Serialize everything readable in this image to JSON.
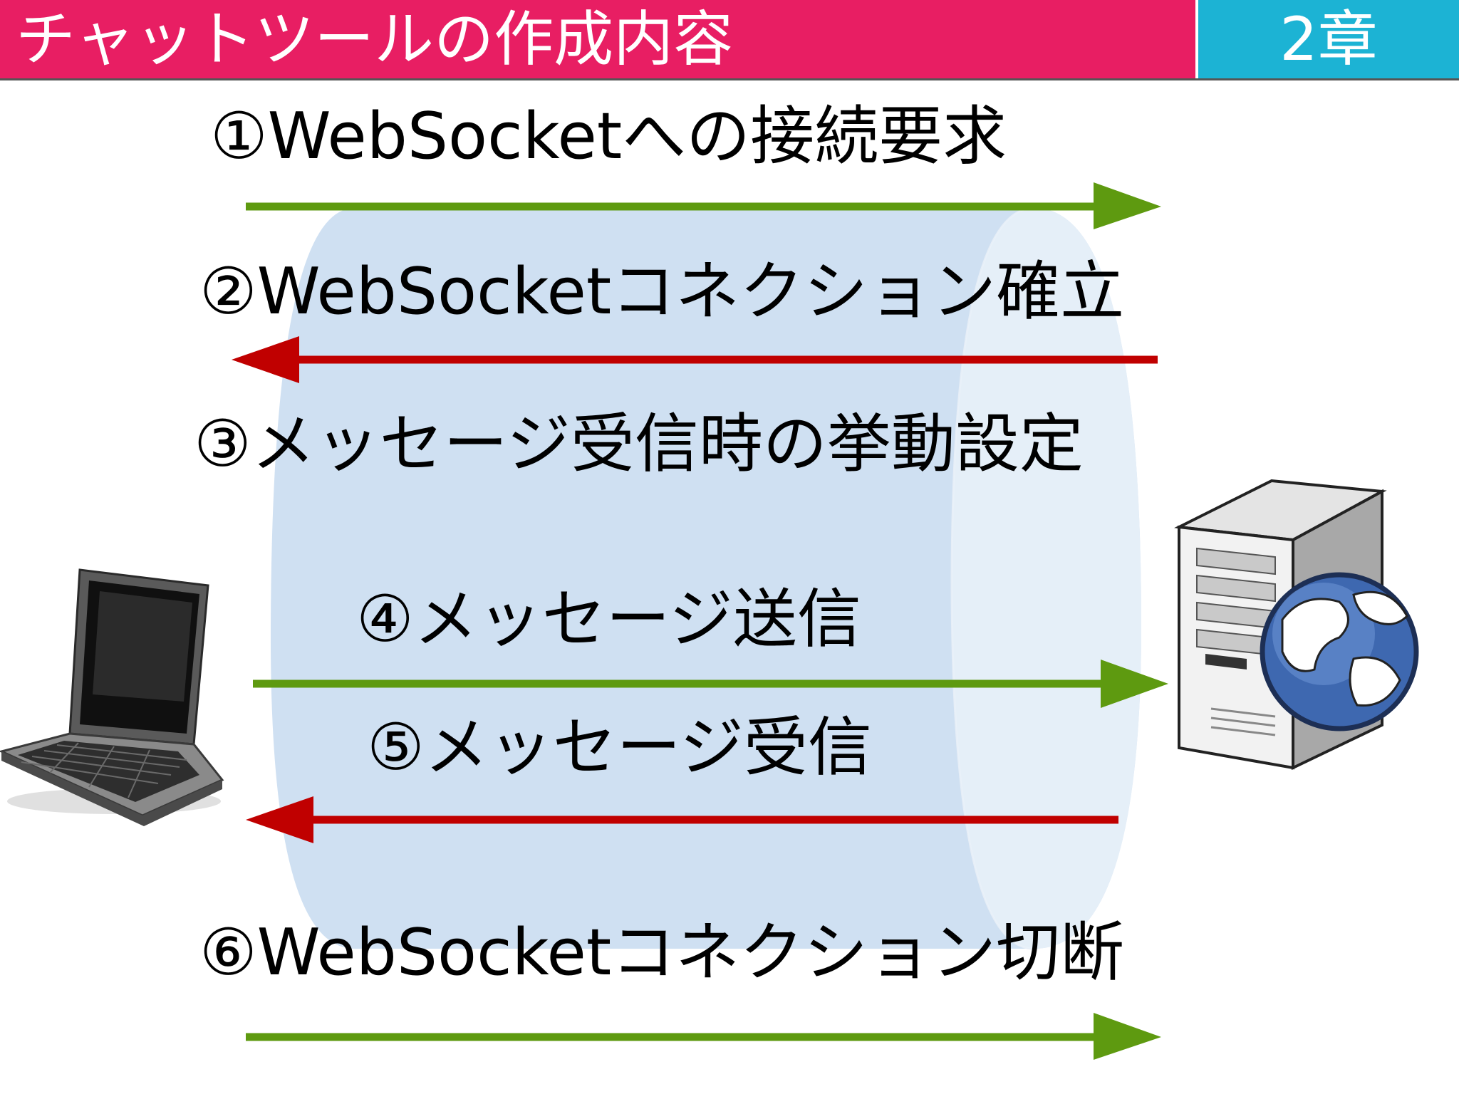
{
  "header": {
    "title": "チャットツールの作成内容",
    "chapter": "2章"
  },
  "steps": [
    {
      "label": "①WebSocketへの接続要求",
      "direction": "client-to-server"
    },
    {
      "label": "②WebSocketコネクション確立",
      "direction": "server-to-client"
    },
    {
      "label": "③メッセージ受信時の挙動設定",
      "direction": "none"
    },
    {
      "label": "④メッセージ送信",
      "direction": "client-to-server"
    },
    {
      "label": "⑤メッセージ受信",
      "direction": "server-to-client"
    },
    {
      "label": "⑥WebSocketコネクション切断",
      "direction": "client-to-server"
    }
  ],
  "colors": {
    "header_bg": "#e81e63",
    "chapter_bg": "#1cb3d4",
    "arrow_send": "#5e9a10",
    "arrow_receive": "#c00000",
    "tunnel": "#cfe0f2"
  },
  "icons": {
    "client": "laptop-icon",
    "server": "web-server-globe-icon"
  }
}
